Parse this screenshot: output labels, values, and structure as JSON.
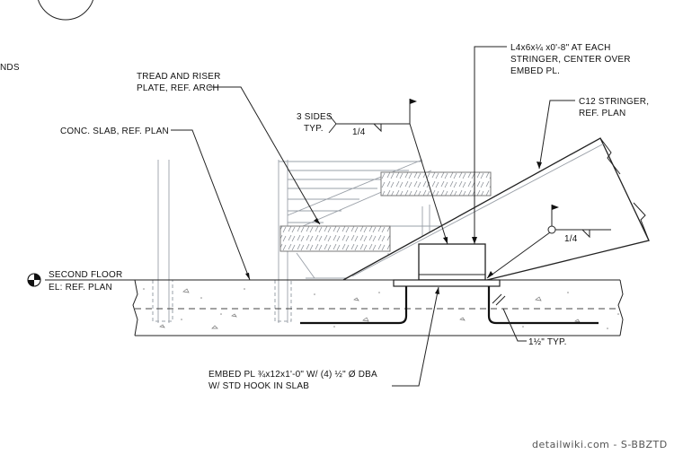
{
  "drawing": {
    "labels": {
      "cut_off_top": "NDS",
      "tread_riser": [
        "TREAD AND RISER",
        "PLATE, REF. ARCH"
      ],
      "conc_slab": "CONC. SLAB, REF. PLAN",
      "angle_note": [
        "L4x6x¼ x0'-8\" AT EACH",
        "STRINGER, CENTER OVER",
        "EMBED PL."
      ],
      "stringer": [
        "C12 STRINGER,",
        "REF. PLAN"
      ],
      "weld_sides": [
        "3 SIDES",
        "TYP."
      ],
      "weld_size_1": "1/4",
      "weld_size_2": "1/4",
      "floor_level": [
        "SECOND FLOOR",
        "EL: REF. PLAN"
      ],
      "hook_typ": "1½\" TYP.",
      "embed_plate": [
        "EMBED PL ¾x12x1'-0\" W/ (4) ½\" Ø DBA",
        "W/ STD HOOK IN SLAB"
      ]
    },
    "footer": "detailwiki.com - S-BBZTD"
  }
}
